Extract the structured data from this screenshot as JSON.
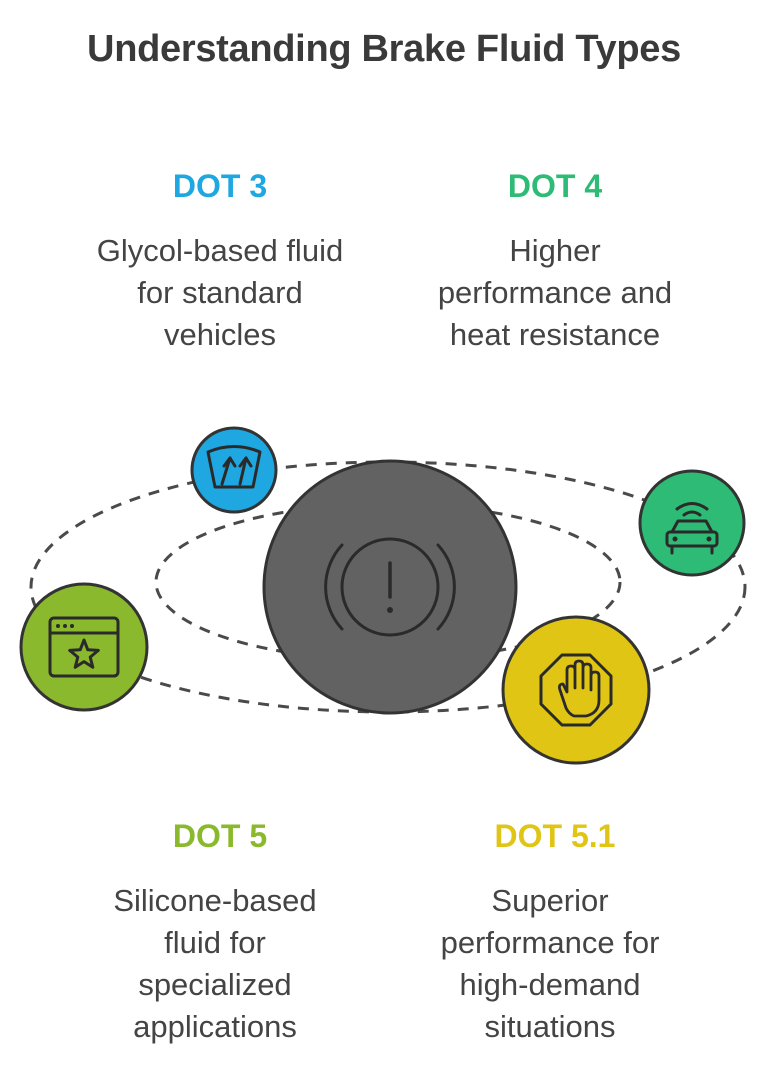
{
  "title": "Understanding Brake Fluid Types",
  "items": [
    {
      "heading": "DOT 3",
      "lines": [
        "Glycol-based fluid",
        "for standard",
        "vehicles"
      ],
      "color": "#1ea7e0",
      "icon": "windshield-wiper-icon"
    },
    {
      "heading": "DOT 4",
      "lines": [
        "Higher",
        "performance and",
        "heat resistance"
      ],
      "color": "#2dbb76",
      "icon": "connected-car-icon"
    },
    {
      "heading": "DOT 5",
      "lines": [
        "Silicone-based",
        "fluid for",
        "specialized",
        "applications"
      ],
      "color": "#8ab92d",
      "icon": "browser-star-icon"
    },
    {
      "heading": "DOT 5.1",
      "lines": [
        "Superior",
        "performance for",
        "high-demand",
        "situations"
      ],
      "color": "#e0c514",
      "icon": "stop-hand-icon"
    }
  ],
  "center": {
    "icon": "brake-warning-icon",
    "color": "#626262"
  }
}
